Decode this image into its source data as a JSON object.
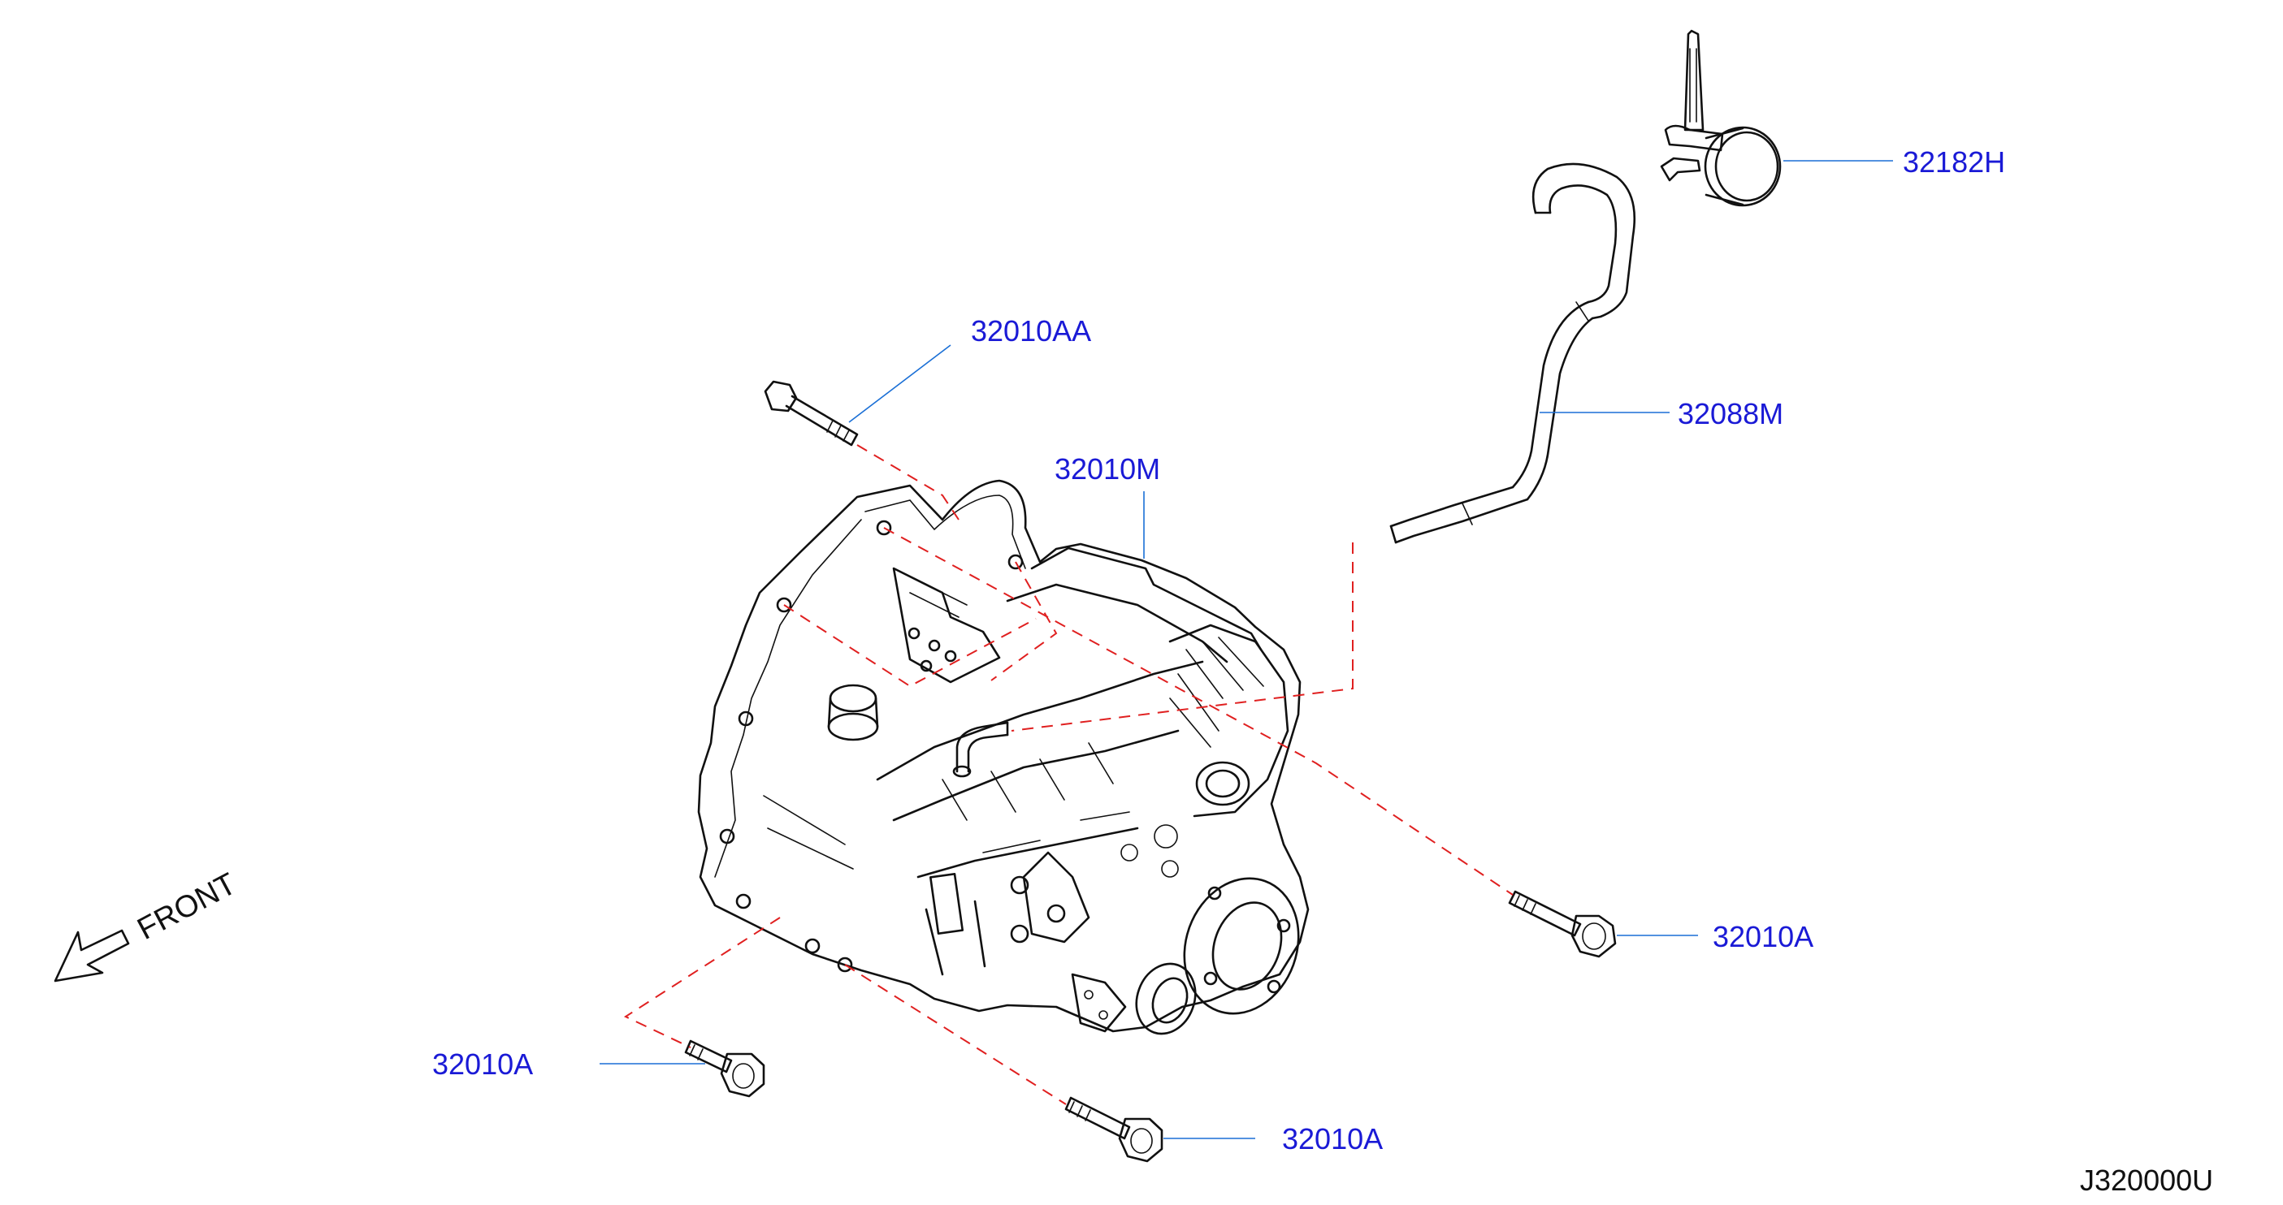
{
  "diagram": {
    "callouts": [
      {
        "id": "clamp",
        "text": "32182H"
      },
      {
        "id": "breather_hose",
        "text": "32088M"
      },
      {
        "id": "bolt_top",
        "text": "32010AA"
      },
      {
        "id": "transaxle",
        "text": "32010M"
      },
      {
        "id": "bolt_right",
        "text": "32010A"
      },
      {
        "id": "bolt_left",
        "text": "32010A"
      },
      {
        "id": "bolt_bottom",
        "text": "32010A"
      }
    ],
    "front_label": "FRONT",
    "ref_code": "J320000U"
  }
}
